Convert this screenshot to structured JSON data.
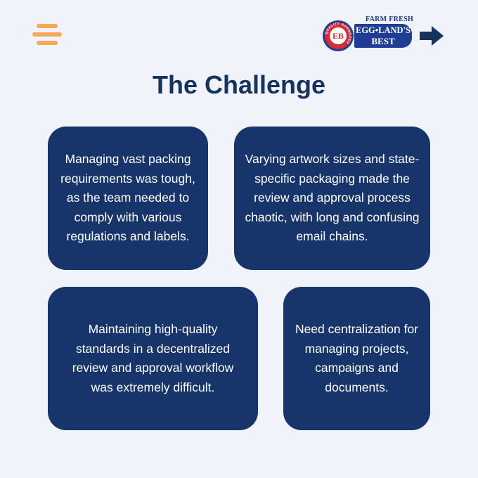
{
  "logo": {
    "seal_text": "EB",
    "seal_ring_text": "QUALITY APPROVED",
    "tagline": "FARM FRESH",
    "brand_line1": "EGG•LAND'S",
    "brand_line2": "BEST"
  },
  "title": "The Challenge",
  "cards": [
    {
      "text": "Managing vast packing requirements was tough, as the team needed to comply with various regulations and labels."
    },
    {
      "text": "Varying artwork sizes and state-specific packaging made the review and approval process chaotic, with long and confusing email chains."
    },
    {
      "text": "Maintaining high-quality standards in a decentralized review and approval workflow was extremely difficult."
    },
    {
      "text": "Need centralization for managing projects, campaigns and documents."
    }
  ],
  "colors": {
    "background": "#f1f3fb",
    "card": "#17356a",
    "title": "#16325e",
    "accent": "#f6a85a",
    "logo_blue": "#1f3d94",
    "logo_red": "#d62a35"
  },
  "icons": {
    "brand_mark": "stacked-bars-icon",
    "arrow": "arrow-right-icon",
    "seal": "quality-seal-icon"
  }
}
